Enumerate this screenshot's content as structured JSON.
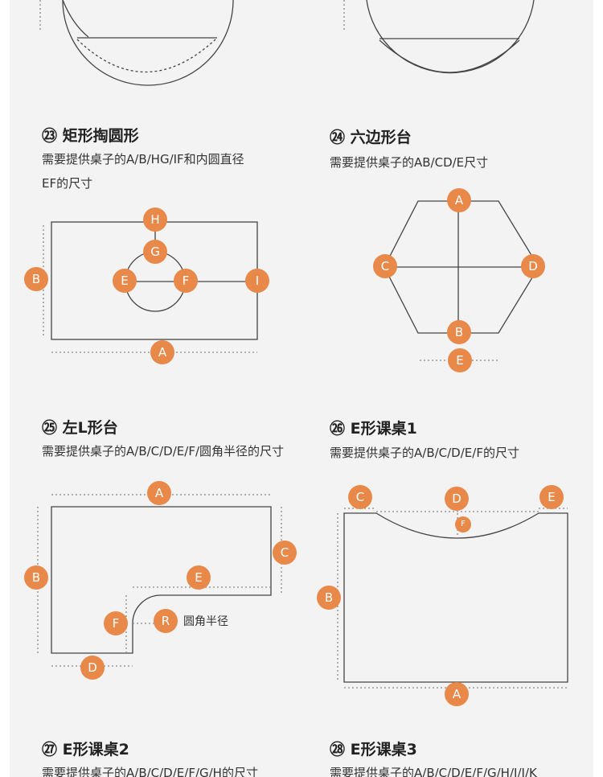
{
  "sections": [
    {
      "title": "㉓ 矩形掏圆形",
      "desc": [
        "需要提供桌子的A/B/HG/IF和内圆直径",
        "EF的尺寸"
      ],
      "labels": [
        "H",
        "G",
        "E",
        "F",
        "I",
        "B",
        "A"
      ]
    },
    {
      "title": "㉔ 六边形台",
      "desc": [
        "需要提供桌子的AB/CD/E尺寸"
      ],
      "labels": [
        "A",
        "C",
        "D",
        "B",
        "E"
      ]
    },
    {
      "title": "㉕ 左L形台",
      "desc": [
        "需要提供桌子的A/B/C/D/E/F/圆角半径的尺寸"
      ],
      "labels": [
        "A",
        "C",
        "B",
        "E",
        "F",
        "R",
        "D"
      ],
      "note": "圆角半径"
    },
    {
      "title": "㉖ E形课桌1",
      "desc": [
        "需要提供桌子的A/B/C/D/E/F的尺寸"
      ],
      "labels": [
        "C",
        "D",
        "E",
        "F",
        "B",
        "A"
      ]
    },
    {
      "title": "㉗ E形课桌2",
      "desc": [
        "需要提供桌子的A/B/C/D/E/F/G/H的尺寸"
      ]
    },
    {
      "title": "㉘ E形课桌3",
      "desc": [
        "需要提供桌子的A/B/C/D/E/F/G/H/I/J/K"
      ]
    }
  ],
  "colors": {
    "accent": "#e8894a",
    "line": "#444444"
  }
}
